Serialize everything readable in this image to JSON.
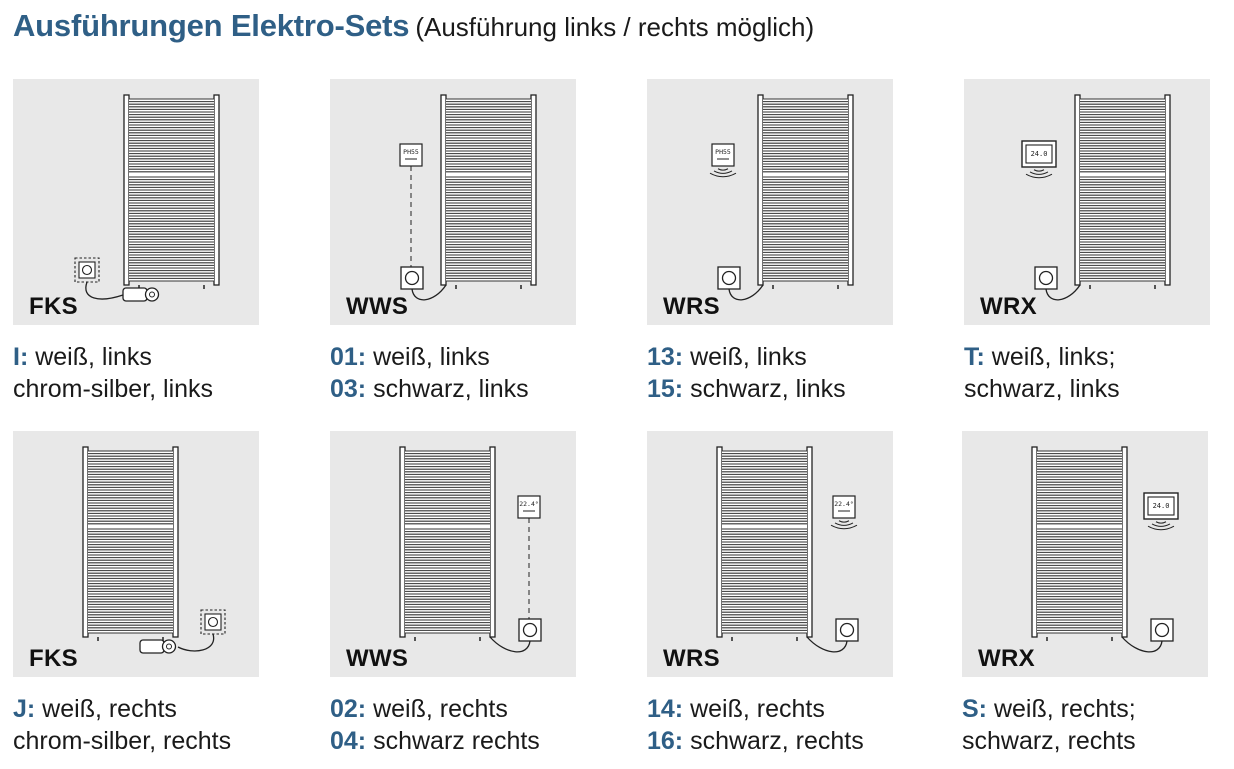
{
  "heading": {
    "title": "Ausführungen Elektro-Sets",
    "subtitle": "(Ausführung links / rechts möglich)"
  },
  "colors": {
    "accent": "#2f5f86",
    "panel": "#e8e8e8",
    "text": "#1a1a1a"
  },
  "cards": [
    {
      "code": "FKS",
      "side": "left",
      "type": "FKS",
      "lines": [
        {
          "variant": "I:",
          "text": " weiß, links"
        },
        {
          "variant": "",
          "text": "chrom-silber, links"
        }
      ]
    },
    {
      "code": "WWS",
      "side": "left",
      "type": "WWS",
      "display": "PH55",
      "lines": [
        {
          "variant": "01:",
          "text": " weiß, links"
        },
        {
          "variant": "03:",
          "text": " schwarz, links"
        }
      ]
    },
    {
      "code": "WRS",
      "side": "left",
      "type": "WRS",
      "display": "PH55",
      "lines": [
        {
          "variant": "13:",
          "text": " weiß, links"
        },
        {
          "variant": "15:",
          "text": " schwarz, links"
        }
      ]
    },
    {
      "code": "WRX",
      "side": "left",
      "type": "WRX",
      "display": "24.0",
      "lines": [
        {
          "variant": "T:",
          "text": " weiß, links;"
        },
        {
          "variant": "",
          "text": "schwarz, links"
        }
      ]
    },
    {
      "code": "FKS",
      "side": "right",
      "type": "FKS",
      "lines": [
        {
          "variant": "J:",
          "text": " weiß, rechts"
        },
        {
          "variant": "",
          "text": "chrom-silber, rechts"
        }
      ]
    },
    {
      "code": "WWS",
      "side": "right",
      "type": "WWS",
      "display": "22.4°",
      "lines": [
        {
          "variant": "02:",
          "text": " weiß, rechts"
        },
        {
          "variant": "04:",
          "text": " schwarz rechts"
        }
      ]
    },
    {
      "code": "WRS",
      "side": "right",
      "type": "WRS",
      "display": "22.4°",
      "lines": [
        {
          "variant": "14:",
          "text": " weiß, rechts"
        },
        {
          "variant": "16:",
          "text": " schwarz, rechts"
        }
      ]
    },
    {
      "code": "WRX",
      "side": "right",
      "type": "WRX",
      "display": "24.0",
      "lines": [
        {
          "variant": "S:",
          "text": " weiß, rechts;"
        },
        {
          "variant": "",
          "text": "schwarz, rechts"
        }
      ]
    }
  ]
}
